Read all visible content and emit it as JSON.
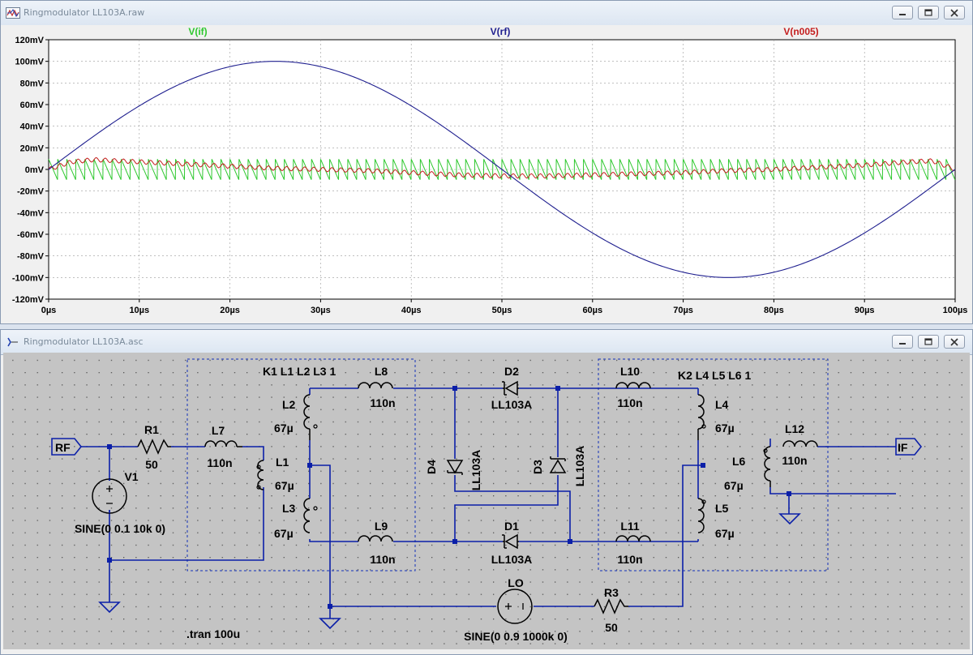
{
  "waveform_window": {
    "title": "Ringmodulator LL103A.raw",
    "controls": [
      "minimize",
      "restore",
      "close"
    ]
  },
  "schematic_window": {
    "title": "Ringmodulator LL103A.asc",
    "controls": [
      "minimize",
      "restore",
      "close"
    ]
  },
  "colors": {
    "v_if": "#2ec82e",
    "v_rf": "#1f1f8f",
    "v_n005": "#c41e1e",
    "wire": "#0b1fa8",
    "background_schematic": "#c4c4c4"
  },
  "chart_data": {
    "type": "line",
    "x_unit": "µs",
    "y_unit": "mV",
    "xlim": [
      0,
      100
    ],
    "ylim": [
      -120,
      120
    ],
    "x_ticks": [
      "0µs",
      "10µs",
      "20µs",
      "30µs",
      "40µs",
      "50µs",
      "60µs",
      "70µs",
      "80µs",
      "90µs",
      "100µs"
    ],
    "y_ticks": [
      "120mV",
      "100mV",
      "80mV",
      "60mV",
      "40mV",
      "20mV",
      "0mV",
      "-20mV",
      "-40mV",
      "-60mV",
      "-80mV",
      "-100mV",
      "-120mV"
    ],
    "grid": true,
    "series": [
      {
        "name": "V(if)",
        "amplitude_mV": 10,
        "note_shape": "sawtooth ~100 cycles"
      },
      {
        "name": "V(rf)",
        "x": [
          0,
          10,
          20,
          25,
          30,
          40,
          50,
          60,
          70,
          75,
          80,
          90,
          100
        ],
        "values": [
          0,
          59,
          95,
          100,
          95,
          59,
          0,
          -59,
          -95,
          -100,
          -95,
          -59,
          0
        ]
      },
      {
        "name": "V(n005)",
        "x": [
          0,
          2.5,
          5,
          7.5,
          10,
          15,
          20,
          25,
          30,
          35,
          40,
          45,
          50,
          55,
          60,
          65,
          70,
          75,
          80,
          85,
          90,
          95,
          97.5,
          100
        ],
        "values": [
          0,
          7,
          9,
          8,
          7,
          5,
          3,
          1,
          0,
          -1,
          -3,
          -5,
          -6,
          -6,
          -5,
          -4,
          -3,
          -1,
          0,
          2,
          4,
          7,
          8,
          0
        ]
      }
    ]
  },
  "schematic": {
    "directive": ".tran 100u",
    "coupling_left": "K1 L1 L2 L3 1",
    "coupling_right": "K2 L4 L5 L6 1",
    "ports": {
      "rf": "RF",
      "if": "IF"
    },
    "components": {
      "R1": {
        "name": "R1",
        "value": "50"
      },
      "R3": {
        "name": "R3",
        "value": "50"
      },
      "V1": {
        "name": "V1",
        "value": "SINE(0 0.1 10k 0)"
      },
      "LO": {
        "name": "LO",
        "value": "SINE(0 0.9 1000k 0)"
      },
      "L1": {
        "name": "L1",
        "value": "67µ"
      },
      "L2": {
        "name": "L2",
        "value": "67µ"
      },
      "L3": {
        "name": "L3",
        "value": "67µ"
      },
      "L4": {
        "name": "L4",
        "value": "67µ"
      },
      "L5": {
        "name": "L5",
        "value": "67µ"
      },
      "L6": {
        "name": "L6",
        "value": "67µ"
      },
      "L7": {
        "name": "L7",
        "value": "110n"
      },
      "L8": {
        "name": "L8",
        "value": "110n"
      },
      "L9": {
        "name": "L9",
        "value": "110n"
      },
      "L10": {
        "name": "L10",
        "value": "110n"
      },
      "L11": {
        "name": "L11",
        "value": "110n"
      },
      "L12": {
        "name": "L12",
        "value": "110n"
      },
      "D1": {
        "name": "D1",
        "value": "LL103A"
      },
      "D2": {
        "name": "D2",
        "value": "LL103A"
      },
      "D3": {
        "name": "D3",
        "value": "LL103A"
      },
      "D4": {
        "name": "D4",
        "value": "LL103A"
      }
    }
  }
}
